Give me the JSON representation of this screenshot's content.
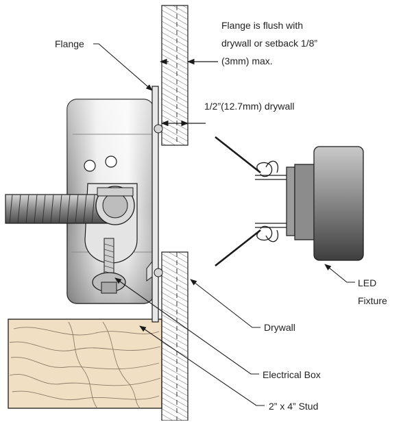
{
  "labels": {
    "flange": "Flange",
    "flush_line1": "Flange is flush with",
    "flush_line2": "drywall or setback 1/8”",
    "flush_line3": "(3mm) max.",
    "drywall_thickness": "1/2”(12.7mm) drywall",
    "led_line1": "LED",
    "led_line2": "Fixture",
    "drywall": "Drywall",
    "electrical_box": "Electrical Box",
    "stud": "2” x 4” Stud"
  },
  "colors": {
    "line": "#1a1a1a",
    "text": "#222222",
    "wood": "#f1dfc4",
    "wood_grain": "#8a7a66",
    "hatch": "#555555",
    "metal_light": "#f2f2f2",
    "metal_dark": "#9a9a9a",
    "fixture_dark": "#555555"
  }
}
